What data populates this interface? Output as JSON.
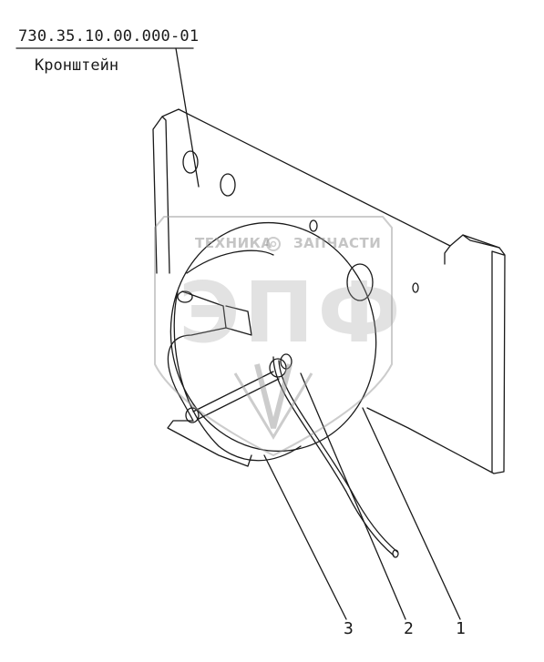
{
  "title": {
    "part_number": "730.35.10.00.000-01",
    "part_name": "Кронштейн"
  },
  "callouts": [
    "3",
    "2",
    "1"
  ],
  "watermark": {
    "left_text": "ТЕХНИКА",
    "right_text": "ЗАПЧАСТИ",
    "main_text": "ЭПФ",
    "icon": "gear-icon"
  },
  "colors": {
    "line": "#1a1a1a",
    "watermark": "#9a9a9a"
  }
}
